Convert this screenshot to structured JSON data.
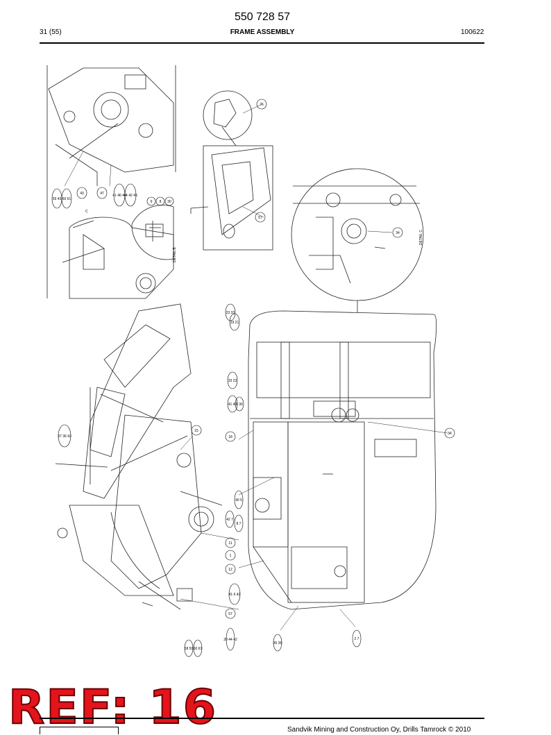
{
  "header": {
    "doc_number": "550 728 57",
    "page": "31 (55)",
    "title": "FRAME ASSEMBLY",
    "date_code": "100622"
  },
  "details": {
    "b": "DETAIL B",
    "c": "DETAIL C",
    "marker": "C"
  },
  "callouts": {
    "c1": "59 43",
    "c2": "60 61",
    "c3": "43",
    "c4": "47",
    "c5": "41 46 40",
    "c6": "44 42 45",
    "c7": "9",
    "c8": "8",
    "c9": "30",
    "c10": "76",
    "c11": "57",
    "c12": "34",
    "c13": "23 33",
    "c14": "33 21",
    "c15": "33 23",
    "c16": "41 42",
    "c17": "5 36",
    "c18": "18",
    "c19": "37 36 42",
    "c20": "15",
    "c21": "40 5",
    "c22": "42 7",
    "c23": "8 7",
    "c24": "11",
    "c25": "1",
    "c26": "12",
    "c27": "41 6 42",
    "c28": "57",
    "c29": "58 59",
    "c30": "60 61",
    "c31": "20 44 42",
    "c32": "36 38",
    "c33": "2 7",
    "c34": "34"
  },
  "stamp": {
    "text": "REF: 16"
  },
  "footer": {
    "copyright": "Sandvik Mining and Construction Oy, Drills Tamrock © 2010"
  }
}
